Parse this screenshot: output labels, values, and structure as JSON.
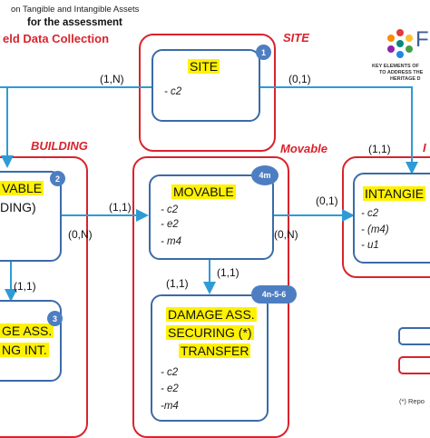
{
  "header": {
    "line1": "on Tangible and Intangible Assets",
    "line2": "for the assessment",
    "line3": "eld Data Collection"
  },
  "logo": {
    "letter": "F",
    "caption1": "KEY ELEMENTS OF",
    "caption2": "TO ADDRESS THE",
    "caption3": "HERITAGE D"
  },
  "groups": {
    "site": "SITE",
    "building": "BUILDING",
    "movable": "Movable",
    "intangible": "I"
  },
  "entities": {
    "site": {
      "badge": "1",
      "title": "SITE",
      "attrs": [
        "- c2"
      ]
    },
    "building": {
      "badge": "2",
      "title1": "VABLE",
      "title2": "DING)"
    },
    "movable": {
      "badge": "4m",
      "title": "MOVABLE",
      "attrs": [
        "- c2",
        "- e2",
        "- m4"
      ]
    },
    "intangible": {
      "title": "INTANGIE",
      "attrs": [
        "- c2",
        "- (m4)",
        "- u1"
      ]
    },
    "damage_building": {
      "badge": "3",
      "title1": "GE ASS.",
      "title2": "NG INT."
    },
    "damage_movable": {
      "badge": "4n-5-6",
      "title1": "DAMAGE ASS.",
      "title2": "SECURING (*)",
      "title3": "TRANSFER",
      "attrs": [
        "- c2",
        "- e2",
        "-m4"
      ]
    }
  },
  "cardinalities": {
    "site_left": "(1,N)",
    "site_right": "(0,1)",
    "intangible_top": "(1,1)",
    "building_movable": "(1,1)",
    "building_movable_below": "(0,N)",
    "movable_intangible": "(0,1)",
    "movable_intangible_below": "(0,N)",
    "building_damage": "(1,1)",
    "movable_damage": "(1,1)"
  },
  "footnote": "(*) Repo"
}
